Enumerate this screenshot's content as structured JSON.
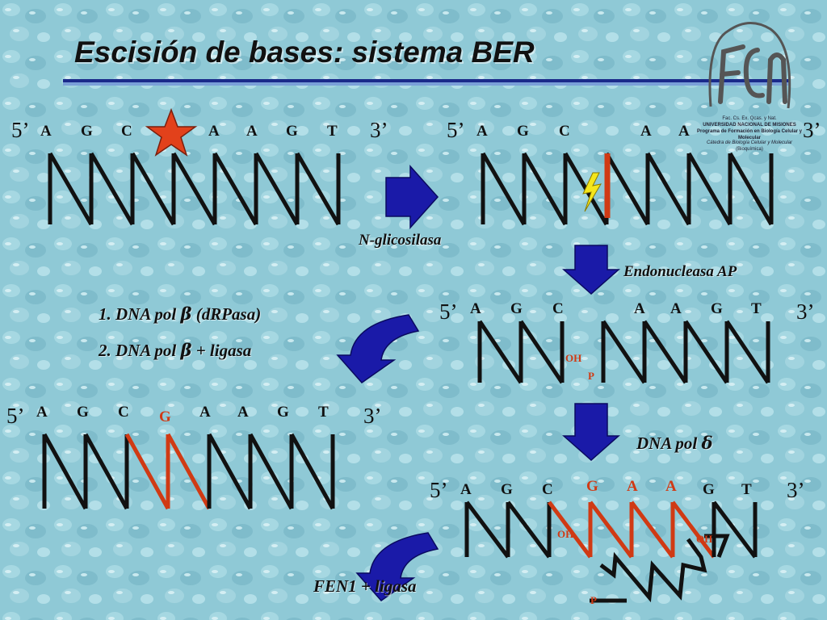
{
  "title": "Escisión de bases: sistema BER",
  "logo": {
    "mark": "FCN",
    "line1": "Fac. Cs. Ex. Qcas. y Nat.",
    "line2": "UNIVERSIDAD NACIONAL DE MISIONES",
    "line3": "Programa de Formación en Biología Celular y",
    "line4": "Molecular",
    "line5": "Cátedra de Biología Celular y Molecular",
    "line6": "(Bioquímica)"
  },
  "labels": {
    "n_glicosilasa": "N-glicosilasa",
    "endonucleasa": "Endonucleasa AP",
    "step1_a": "1. DNA pol ",
    "step1_greek": "β",
    "step1_b": " (dRPasa)",
    "step2_a": "2. DNA pol ",
    "step2_greek": "β",
    "step2_b": " + ligasa",
    "dna_pol_delta_a": "DNA pol ",
    "dna_pol_delta_greek": "δ",
    "fen1": "FEN1 + ligasa"
  },
  "ends": {
    "five": "5’",
    "three": "3’"
  },
  "strand1": {
    "bases": [
      "A",
      "G",
      "C",
      "A",
      "A",
      "G",
      "T"
    ]
  },
  "strand2": {
    "bases": [
      "A",
      "G",
      "C",
      "A",
      "A"
    ]
  },
  "strand3": {
    "bases": [
      "A",
      "G",
      "C",
      "A",
      "A",
      "G",
      "T"
    ],
    "oh": "OH",
    "p": "P"
  },
  "strand4": {
    "bases": [
      "A",
      "G",
      "C",
      "G",
      "A",
      "A",
      "G",
      "T"
    ]
  },
  "strand5": {
    "bases": [
      "A",
      "G",
      "C",
      "G",
      "A",
      "A",
      "G",
      "T"
    ],
    "oh_left": "OH",
    "oh_right": "OH",
    "p": "P"
  },
  "colors": {
    "background": "#8fc9d6",
    "arrow": "#1a1aa8",
    "highlight": "#d03a14",
    "damage_star": "#e2411b"
  }
}
